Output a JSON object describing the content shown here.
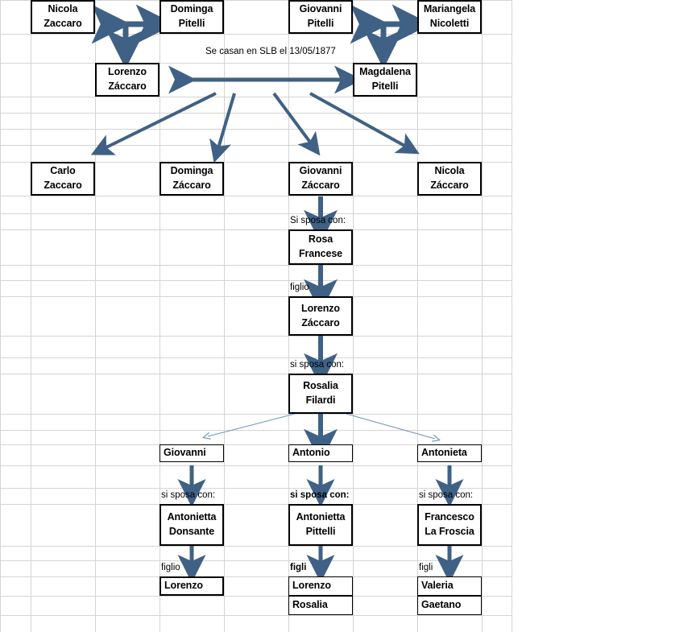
{
  "document": {
    "title": "Arbol genealogico Zaccaro - Pitelli",
    "accent_color": "#3f6185",
    "thin_line_color": "#7296bd",
    "grid_color": "#d4d4d4",
    "box_border_color": "#000000",
    "background": "#ffffff"
  },
  "generation_1": {
    "couple_left": {
      "father": {
        "lines": [
          "Nicola",
          "Zaccaro"
        ]
      },
      "mother": {
        "lines": [
          "Dominga",
          "Pitelli"
        ]
      },
      "union_symbol": "marriage-tee-arrow"
    },
    "couple_right": {
      "father": {
        "lines": [
          "Giovanni",
          "Pitelli"
        ]
      },
      "mother": {
        "lines": [
          "Mariangela",
          "Nicoletti"
        ]
      },
      "union_symbol": "marriage-tee-arrow"
    }
  },
  "generation_2": {
    "marriage_note": "Se casan en SLB el 13/05/1877",
    "husband": {
      "lines": [
        "Lorenzo",
        "Záccaro"
      ]
    },
    "wife": {
      "lines": [
        "Magdalena",
        "Pitelli"
      ]
    },
    "union_symbol": "double-headed-arrow"
  },
  "generation_3": {
    "children": [
      {
        "lines": [
          "Carlo",
          "Zaccaro"
        ]
      },
      {
        "lines": [
          "Dominga",
          "Záccaro"
        ]
      },
      {
        "lines": [
          "Giovanni",
          "Záccaro"
        ]
      },
      {
        "lines": [
          "Nicola",
          "Záccaro"
        ]
      }
    ]
  },
  "lineage": {
    "marriage_label_1": "Si sposa con:",
    "spouse_1": {
      "lines": [
        "Rosa",
        "Francese"
      ]
    },
    "child_label_1": "figlio",
    "child_1": {
      "lines": [
        "Lorenzo",
        "Záccaro"
      ]
    },
    "marriage_label_2": "si sposa con:",
    "spouse_2": {
      "lines": [
        "Rosalia",
        "Filardi"
      ]
    }
  },
  "generation_5": {
    "branches": [
      {
        "person": {
          "lines": [
            "Giovanni"
          ]
        },
        "marriage_label": "si sposa con:",
        "marriage_label_bold": false,
        "spouse": {
          "lines": [
            "Antonietta",
            "Donsante"
          ]
        },
        "children_label": "figlio",
        "children_label_bold": false,
        "children": [
          "Lorenzo"
        ]
      },
      {
        "person": {
          "lines": [
            "Antonio"
          ]
        },
        "marriage_label": "si sposa con:",
        "marriage_label_bold": true,
        "spouse": {
          "lines": [
            "Antonietta",
            "Pittelli"
          ]
        },
        "children_label": "figli",
        "children_label_bold": true,
        "children": [
          "Lorenzo",
          "Rosalia"
        ]
      },
      {
        "person": {
          "lines": [
            "Antonieta"
          ]
        },
        "marriage_label": "si sposa con:",
        "marriage_label_bold": false,
        "spouse": {
          "lines": [
            "Francesco",
            "La Froscia"
          ]
        },
        "children_label": "figli",
        "children_label_bold": false,
        "children": [
          "Valeria",
          "Gaetano"
        ]
      }
    ]
  }
}
